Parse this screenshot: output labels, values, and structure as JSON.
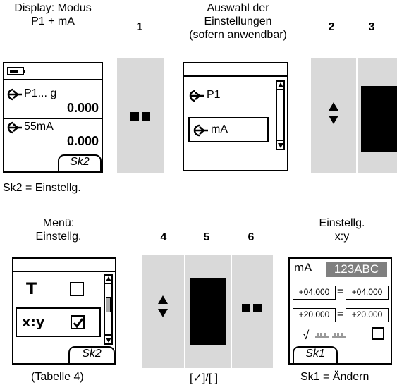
{
  "top": {
    "caption_display": [
      "Display: Modus",
      "P1 + mA"
    ],
    "step1": "1",
    "caption_auswahl": [
      "Auswahl der",
      "Einstellungen",
      "(sofern anwendbar)"
    ],
    "step2": "2",
    "step3": "3",
    "display_screen": {
      "row1_label": "P1... g",
      "row1_value": "0.000",
      "row2_label": "55mA",
      "row2_value": "0.000",
      "softkey": "Sk2"
    },
    "selection_screen": {
      "item1": "P1",
      "item2": "mA"
    },
    "footnote_sk2": "Sk2 = Einstellg."
  },
  "bottom": {
    "caption_menu": [
      "Menü:",
      "Einstellg."
    ],
    "step4": "4",
    "step5": "5",
    "step6": "6",
    "caption_einstellg": [
      "Einstellg.",
      "x:y"
    ],
    "menu_screen": {
      "item_t": "T",
      "item_xy": "x:y",
      "softkey": "Sk2"
    },
    "xy_screen": {
      "unit": "mA",
      "highlight": "123ABC",
      "row1_left": "+04.000",
      "row1_eq": "=",
      "row1_right": "+04.000",
      "row2_left": "+20.000",
      "row2_eq": "=",
      "row2_right": "+20.000",
      "check_glyph": "√",
      "softkey": "Sk1"
    },
    "footnote_tabelle": "(Tabelle 4)",
    "footnote_check": "[✓]/[ ]",
    "footnote_sk1": "Sk1 = Ändern"
  },
  "icons": {
    "arrow_in": "arrow-into-box-icon",
    "battery": "battery-icon",
    "double_square": "double-square-icon",
    "up_down": "up-down-arrows-icon",
    "thermometer_t": "t-icon",
    "checkbox": "checkbox-icon"
  }
}
